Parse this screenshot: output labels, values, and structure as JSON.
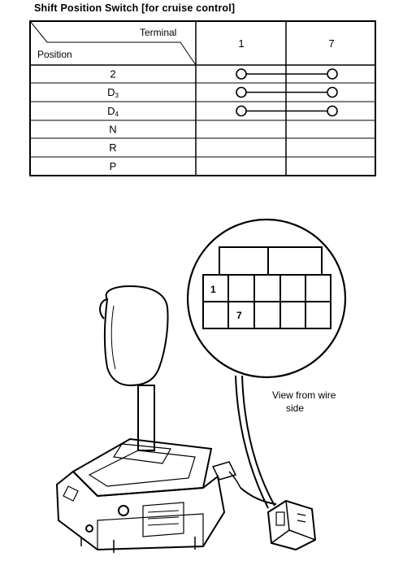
{
  "title": "Shift Position Switch [for cruise control]",
  "table": {
    "corner_top": "Terminal",
    "corner_bottom": "Position",
    "terminals": [
      "1",
      "7"
    ],
    "rows": [
      {
        "position": "2",
        "continuity": true
      },
      {
        "position": "D3",
        "continuity": true
      },
      {
        "position": "D4",
        "continuity": true
      },
      {
        "position": "N",
        "continuity": false
      },
      {
        "position": "R",
        "continuity": false
      },
      {
        "position": "P",
        "continuity": false
      }
    ]
  },
  "connector": {
    "pin_labels": [
      "1",
      "7"
    ],
    "caption_line1": "View from wire",
    "caption_line2": "side"
  }
}
